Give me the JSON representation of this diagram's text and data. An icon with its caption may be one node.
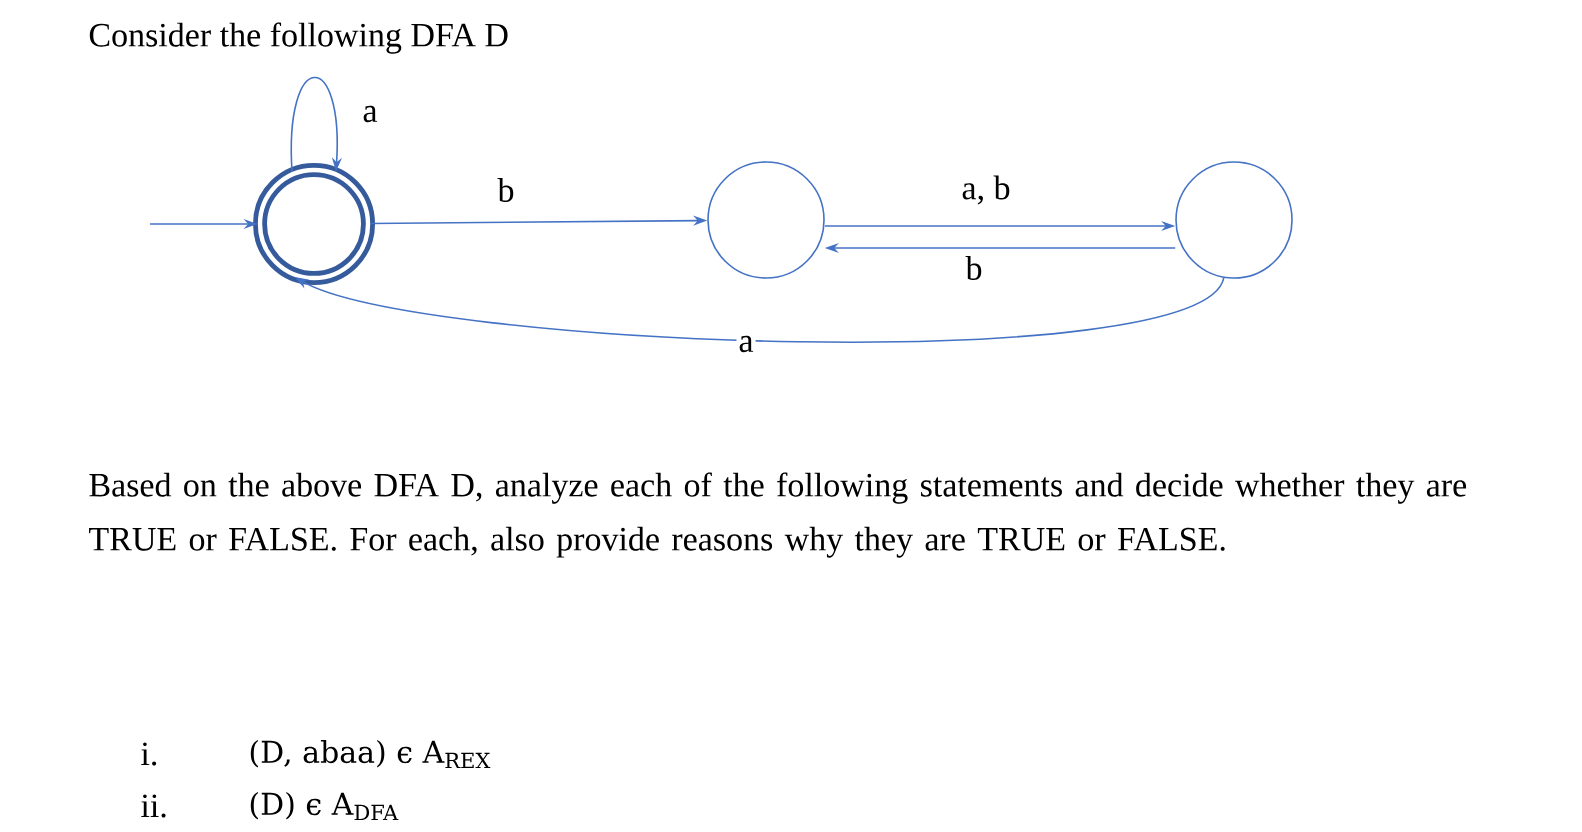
{
  "diagram": {
    "title": "Consider the following DFA D",
    "nodes": [
      {
        "text": [],
        "shape": "doublecircle"
      },
      {
        "text": [],
        "shape": "circle"
      },
      {
        "text": [],
        "shape": "circle"
      }
    ],
    "edges": [
      {
        "from": null,
        "to": 0,
        "arrow": "to"
      },
      {
        "from": 0,
        "to": 0,
        "arrow": "to",
        "label": "a"
      },
      {
        "from": 0,
        "to": 1,
        "arrow": "to",
        "label": "b"
      },
      {
        "from": 1,
        "to": 2,
        "arrow": "to",
        "label": "a, b"
      },
      {
        "from": 2,
        "to": 1,
        "arrow": "to",
        "label": "b"
      },
      {
        "from": 2,
        "to": 0,
        "arrow": "to",
        "label": "a"
      }
    ],
    "labels": [
      "Based on the above DFA D, analyze each of the following statements and decide whether they are TRUE or FALSE. For each, also provide reasons why they are TRUE or FALSE.",
      "i.",
      "(D, abaa) ϵ A$_{REX}$",
      "ii.",
      "(D) ϵ A$_{DFA}$"
    ]
  }
}
